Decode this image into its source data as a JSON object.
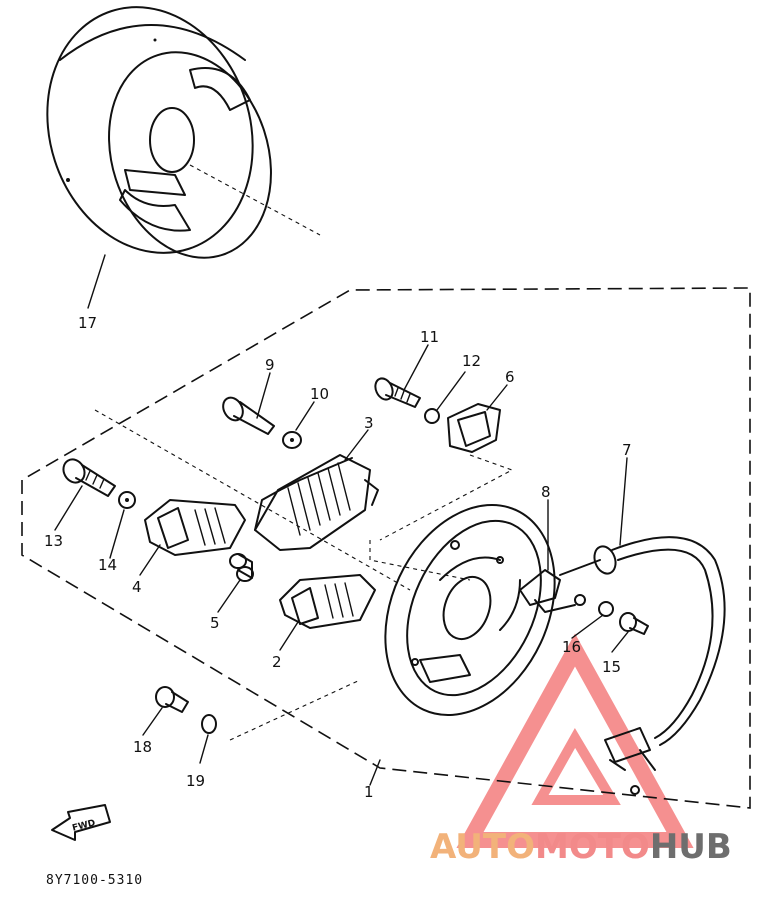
{
  "diagram": {
    "part_code": "8Y7100-5310",
    "fwd_label": "FWD",
    "callouts": [
      "17",
      "9",
      "10",
      "11",
      "12",
      "6",
      "3",
      "7",
      "8",
      "13",
      "14",
      "4",
      "5",
      "2",
      "16",
      "15",
      "18",
      "19",
      "1"
    ]
  },
  "watermark": {
    "part1": "AUTO",
    "part2": "MOTO",
    "part3": "HUB",
    "colors": {
      "auto": "#f2b27a",
      "moto": "#f28a8a",
      "hub": "#6e6e6e",
      "triangle": "#f26b6b"
    }
  }
}
